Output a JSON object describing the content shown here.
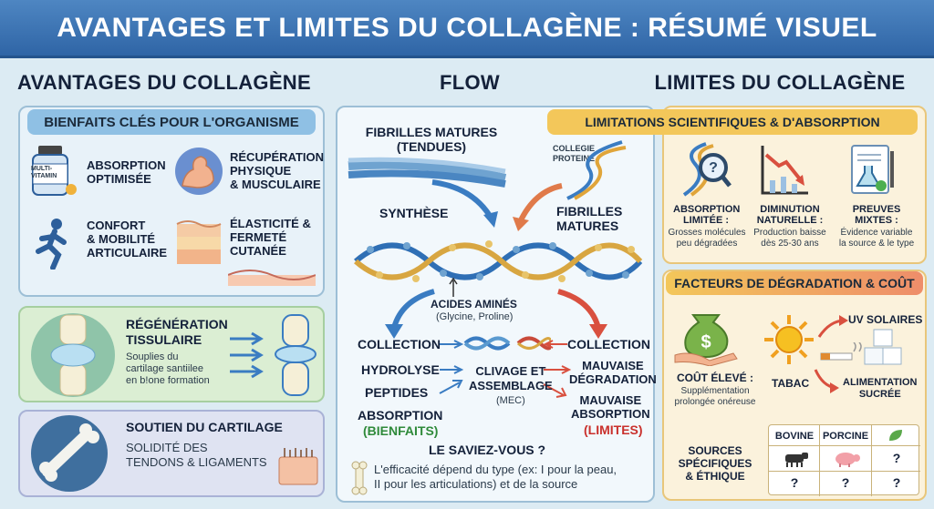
{
  "title": "AVANTAGES ET LIMITES DU COLLAGÈNE : RÉSUMÉ VISUEL",
  "headers": {
    "left": "AVANTAGES DU COLLAGÈNE",
    "center": "FLOW",
    "right": "LIMITES DU COLLAGÈNE"
  },
  "left": {
    "benefits_title": "BIENFAITS CLÉS POUR L'ORGANISME",
    "benefits": [
      {
        "label": "ABSORPTION\nOPTIMISÉE",
        "icon": "vitamin-bottle-icon",
        "icon_text": "MULTI-\nVITAMIN"
      },
      {
        "label": "RÉCUPÉRATION\nPHYSIQUE\n& MUSCULAIRE",
        "icon": "flexed-arm-icon"
      },
      {
        "label": "CONFORT\n& MOBILITÉ\nARTICULAIRE",
        "icon": "runner-icon"
      },
      {
        "label": "ÉLASTICITÉ &\nFERMETÉ\nCUTANÉE",
        "icon": "skin-layers-icon"
      }
    ],
    "regeneration": {
      "title": "RÉGÉNÉRATION\nTISSULAIRE",
      "text": "Souplies du\ncartilage santiilee\nen b!one formation"
    },
    "cartilage": {
      "title": "SOUTIEN DU CARTILAGE",
      "text": "SOLIDITÉ DES\nTENDONS & LIGAMENTS"
    }
  },
  "flow": {
    "top_left": "FIBRILLES MATURES\n(TENDUES)",
    "top_right_small": "COLLEGIE\nPROTEINE",
    "synthese": "SYNTHÈSE",
    "fibrilles_right": "FIBRILLES\nMATURES",
    "acides": "ACIDES AMINÉS",
    "acides_sub": "(Glycine, Proline)",
    "left_steps": [
      "COLLECTION",
      "HYDROLYSE",
      "PEPTIDES",
      "ABSORPTION"
    ],
    "left_green": "(BIENFAITS)",
    "center_label": "CLIVAGE ET\nASSEMBLAGE",
    "center_sub": "(MEC)",
    "right_steps": [
      "COLLECTION",
      "MAUVAISE\nDÉGRADATION",
      "MAUVAISE\nABSORPTION"
    ],
    "right_red": "(LIMITES)",
    "saviez_title": "LE SAVIEZ-VOUS ?",
    "saviez_text": "L'efficacité dépend du type (ex: I pour la peau,\nII pour les articulations) et de la source"
  },
  "right": {
    "limits_title": "LIMITATIONS SCIENTIFIQUES & D'ABSORPTION",
    "limits": [
      {
        "title": "ABSORPTION\nLIMITÉE :",
        "text": "Grosses molécules\npeu dégradées",
        "icon": "dna-magnifier-icon"
      },
      {
        "title": "DIMINUTION\nNATURELLE :",
        "text": "Production baisse\ndès 25-30 ans",
        "icon": "declining-chart-icon"
      },
      {
        "title": "PREUVES\nMIXTES :",
        "text": "Évidence variable\nla source & le type",
        "icon": "document-flask-icon"
      }
    ],
    "factors_title": "FACTEURS DE DÉGRADATION & COÛT",
    "cost_title": "COÛT ÉLEVÉ :",
    "cost_text": "Supplémentation\nprolongée onéreuse",
    "uv": "UV SOLAIRES",
    "tabac": "TABAC",
    "sucre": "ALIMENTATION\nSUCRÉE",
    "sources_title": "SOURCES\nSPÉCIFIQUES\n& ÉTHIQUE",
    "table_headers": [
      "BOVINE",
      "PORCINE",
      ""
    ],
    "table_row1": [
      "",
      "",
      "?"
    ],
    "table_row2": [
      "?",
      "?",
      "?"
    ]
  }
}
